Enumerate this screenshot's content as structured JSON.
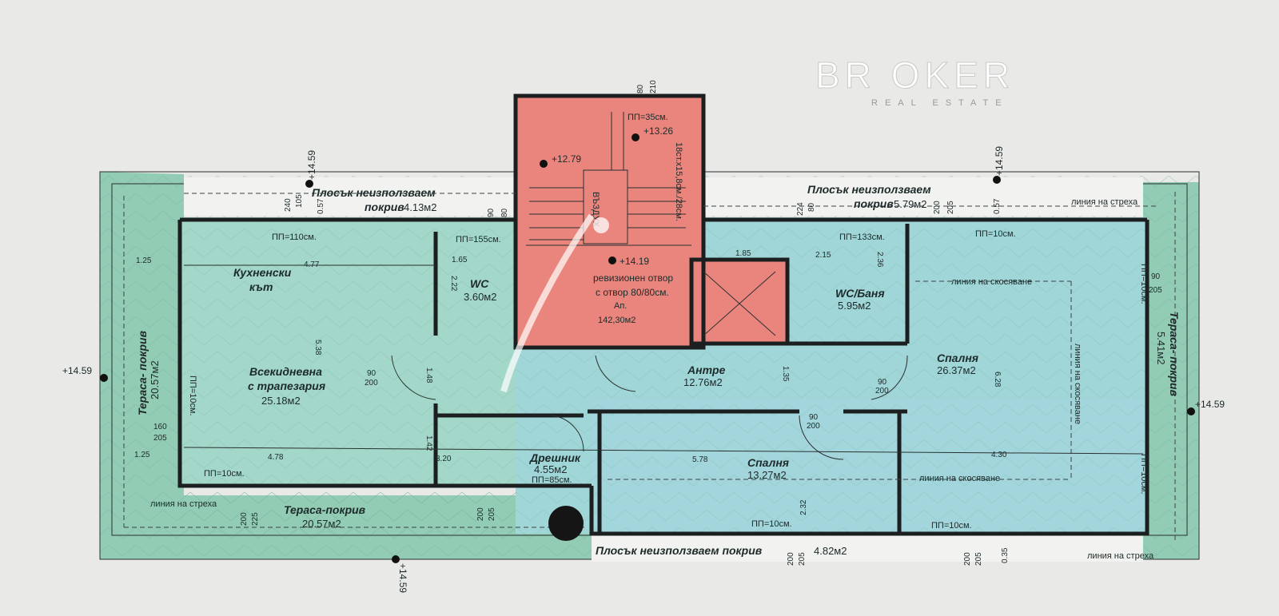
{
  "colors": {
    "page": "#e9e9e7",
    "terrace": "#93ccb4",
    "interior": "#a5d8cc",
    "interior_blue": "#9fd4dc",
    "stair": "#e9857c",
    "wall": "#1b1f1f"
  },
  "rooms": [
    {
      "name": "Кухненски",
      "name2": "кът"
    },
    {
      "name": "WC",
      "area": "3.60м2"
    },
    {
      "name": "Всекидневна",
      "name2": "с трапезария",
      "area": "25.18м2"
    },
    {
      "name": "Антре",
      "area": "12.76м2"
    },
    {
      "name": "WC/Баня",
      "area": "5.95м2"
    },
    {
      "name": "Спалня",
      "area": "26.37м2"
    },
    {
      "name": "Спалня",
      "area": "13.27м2"
    },
    {
      "name": "Дрешник",
      "area": "4.55м2",
      "note": "ПП=85см."
    },
    {
      "name": "Тераса-покрив",
      "area": "20.57м2"
    },
    {
      "name": "Тераса- покрив",
      "area": "20.57м2"
    },
    {
      "name": "Тераса- покрив",
      "area": "5.41м2"
    },
    {
      "name": "Плосък неизползваем",
      "name2": "покрив",
      "area": "4.13м2"
    },
    {
      "name": "Плосък неизползваем",
      "name2": "покрив",
      "area": "5.79м2"
    },
    {
      "name": "Плосък неизползваем покрив",
      "area": "4.82м2"
    }
  ],
  "stair": {
    "air": "ВЪЗДУХ",
    "pp": "ПП=35см.",
    "lvl1": "+13.26",
    "lvl2": "+12.79",
    "steps": "18ст.х15,8см./28см.",
    "lvl3": "+14.19",
    "rev1": "ревизионен отвор",
    "rev2": "с отвор 80/80см.",
    "ap": "Ап.",
    "ap_area": "142,30м2"
  },
  "levels": {
    "main": "+14.59"
  },
  "notes": {
    "pp110": "ПП=110см.",
    "pp155": "ПП=155см.",
    "pp133": "ПП=133см.",
    "pp10": "ПП=10см.",
    "eaves": "линия на стреха",
    "slope": "линия на скосяване"
  },
  "dims": [
    "1.25",
    "4.77",
    "5.38",
    "1.65",
    "2.22",
    "1.25",
    "4.78",
    "3.20",
    "1.48",
    "1.42",
    "90",
    "200",
    "160",
    "205",
    "1.85",
    "2.15",
    "2.36",
    "1.35",
    "90",
    "200",
    "6.28",
    "4.30",
    "90",
    "205",
    "2.32",
    "5.78",
    "240",
    "105",
    "0.57",
    "90",
    "80",
    "224",
    "80",
    "200",
    "205",
    "0.57",
    "80",
    "210",
    "200",
    "225",
    "200",
    "205",
    "200",
    "205",
    "200",
    "205",
    "0.35",
    "90",
    "200"
  ],
  "watermark": {
    "brand": "BR  OKER",
    "sub": "REAL ESTATE"
  }
}
